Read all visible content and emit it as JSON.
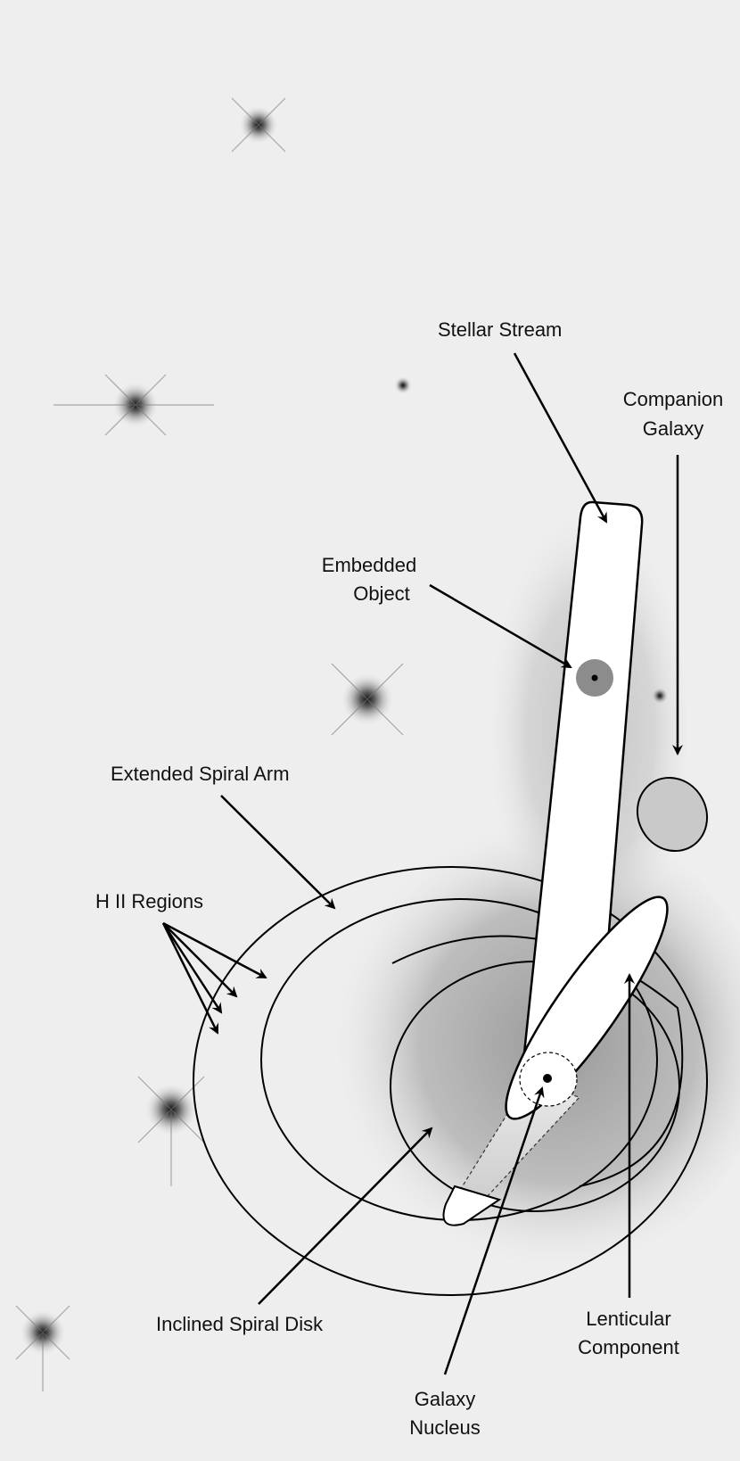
{
  "diagram": {
    "type": "annotated astronomical image",
    "labels": {
      "stellar_stream": "Stellar Stream",
      "companion_galaxy_line1": "Companion",
      "companion_galaxy_line2": "Galaxy",
      "embedded_object_line1": "Embedded",
      "embedded_object_line2": "Object",
      "extended_spiral_arm": "Extended Spiral Arm",
      "hii_regions": "H II Regions",
      "inclined_spiral_disk": "Inclined Spiral Disk",
      "lenticular_component_line1": "Lenticular",
      "lenticular_component_line2": "Component",
      "galaxy_nucleus_line1": "Galaxy",
      "galaxy_nucleus_line2": "Nucleus"
    },
    "colors": {
      "background": "#eeeeee",
      "galaxy_glow": "#a8a8a8",
      "outline": "#000000",
      "fill_white": "#ffffff",
      "embedded_object": "#8c8c8c",
      "hidden_part": "#d8d8d8"
    }
  }
}
